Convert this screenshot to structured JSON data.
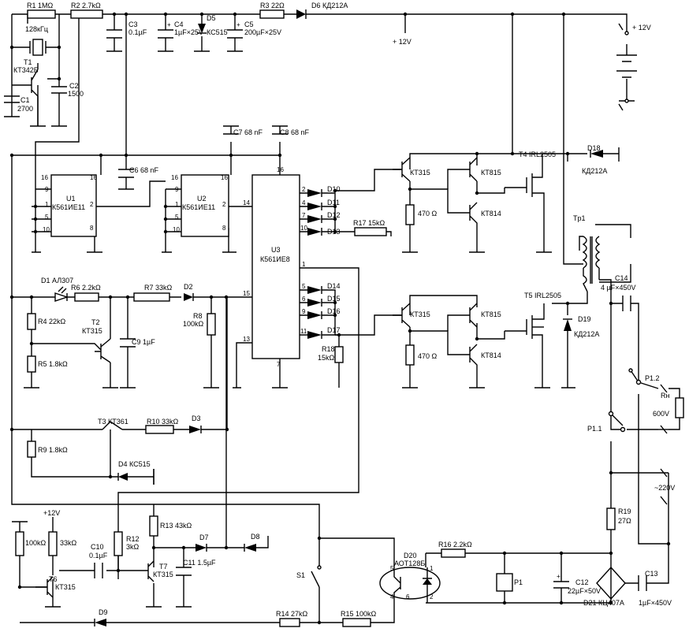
{
  "labels": {
    "R1": "R1 1MΩ",
    "R2": "R2 2.7kΩ",
    "C3": "C3",
    "C3_val": "0.1µF",
    "C4": "C4",
    "C4_val": "1µF×25V",
    "D5": "D5",
    "D5_val": "КС515",
    "C5": "C5",
    "C5_val": "200µF×25V",
    "R3": "R3 22Ω",
    "D6": "D6  КД212А",
    "plus12_a": "+ 12V",
    "plus12_b": "+ 12V",
    "xtal": "128кГц",
    "T1": "T1",
    "T1_type": "КТ342Б",
    "C1": "C1",
    "C1_val": "2700",
    "C2": "C2",
    "C2_val": "1500",
    "C7": "C7  68 nF",
    "C8": "C8  68 nF",
    "C6": "C6 68 nF",
    "U1": "U1",
    "U1_type": "К561ИЕ11",
    "U2": "U2",
    "U2_type": "К561ИЕ11",
    "U3": "U3",
    "U3_type": "К561ИЕ8",
    "D10": "D10",
    "D11": "D11",
    "D12": "D12",
    "D13": "D13",
    "R17": "R17 15kΩ",
    "D14": "D14",
    "D15": "D15",
    "D16": "D16",
    "D17": "D17",
    "R18": "R18",
    "R18_val": "15kΩ",
    "KT315_a": "КТ315",
    "KT815_a": "КТ815",
    "KT814_a": "КТ814",
    "R_470_a": "470 Ω",
    "KT315_b": "КТ315",
    "KT815_b": "КТ815",
    "KT814_b": "КТ814",
    "R_470_b": "470 Ω",
    "T4": "T4 IRL2505",
    "T5": "T5 IRL2505",
    "D18": "D18",
    "D18_type": "КД212А",
    "D19": "D19",
    "D19_type": "КД212А",
    "Tp1": "Tp1",
    "C14": "C14",
    "C14_val": "4 µF×450V",
    "D1": "D1  АЛ307",
    "R6": "R6 2.2kΩ",
    "R7": "R7 33kΩ",
    "D2": "D2",
    "R4": "R4 22kΩ",
    "T2": "T2",
    "T2_type": "КТ315",
    "R8": "R8",
    "R8_val": "100kΩ",
    "R5": "R5 1.8kΩ",
    "C9": "C9 1µF",
    "T3": "T3  КТ361",
    "R10": "R10 33kΩ",
    "D3": "D3",
    "R9": "R9  1.8kΩ",
    "D4": "D4  КС515",
    "P1_2": "P1.2",
    "Rn": "Rн",
    "Rn_val": "600V",
    "P1_1": "P1.1",
    "ac220": "~220V",
    "R19": "R19",
    "R19_val": "27Ω",
    "plus12_c": "+12V",
    "R_100k": "100kΩ",
    "R_33k": "33kΩ",
    "C10": "C10",
    "C10_val": "0.1µF",
    "R12": "R12",
    "R12_val": "3kΩ",
    "R13": "R13 43kΩ",
    "D7": "D7",
    "D8": "D8",
    "T6": "T6",
    "T6_type": "КТ315",
    "T7": "T7",
    "T7_type": "КТ315",
    "C11": "C11 1.5µF",
    "S1": "S1",
    "D20": "D20",
    "D20_type": "АОТ128Б",
    "R16": "R16 2.2kΩ",
    "P1": "P1",
    "C12": "C12",
    "C12_val": "22µF×50V",
    "D21": "D21 КЦ407А",
    "C13": "C13",
    "C13_val": "1µF×450V",
    "D9": "D9",
    "R14": "R14 27kΩ",
    "R15": "R15 100kΩ"
  },
  "pins": {
    "u1_16a": "16",
    "u1_16b": "16",
    "u1_9": "9",
    "u1_1": "1",
    "u1_5": "5",
    "u1_10": "10",
    "u1_2": "2",
    "u1_8": "8",
    "u2_16a": "16",
    "u2_16b": "16",
    "u2_9": "9",
    "u2_1": "1",
    "u2_5": "5",
    "u2_10": "10",
    "u2_2": "2",
    "u2_8": "8",
    "u3_16": "16",
    "u3_14": "14",
    "u3_15": "15",
    "u3_13": "13",
    "u3_7": "7",
    "u3_2": "2",
    "u3_4": "4",
    "u3_7r": "7",
    "u3_10": "10",
    "u3_1": "1",
    "u3_5": "5",
    "u3_6": "6",
    "u3_9": "9",
    "u3_11": "11",
    "d20_1": "1",
    "d20_2": "2",
    "d20_4": "4",
    "d20_5": "5",
    "d20_6": "6"
  }
}
